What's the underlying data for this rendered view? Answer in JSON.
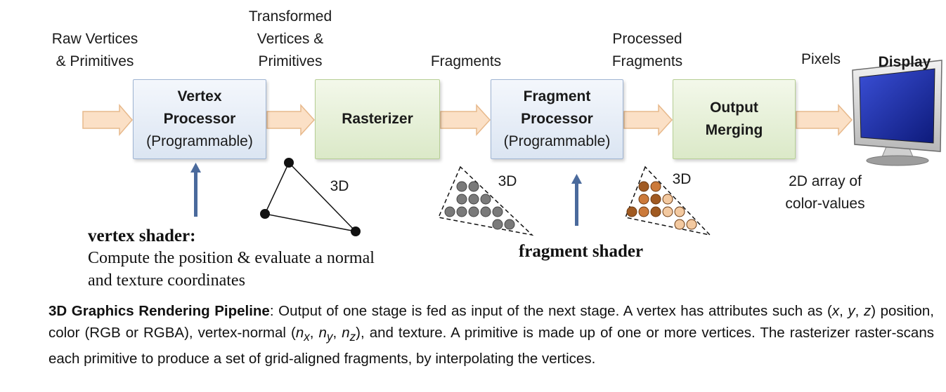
{
  "labels": {
    "raw": [
      "Raw Vertices",
      "& Primitives"
    ],
    "transformed": [
      "Transformed",
      "Vertices &",
      "Primitives"
    ],
    "fragments": "Fragments",
    "processed": [
      "Processed",
      "Fragments"
    ],
    "pixels": "Pixels",
    "display": "Display",
    "array": [
      "2D array of",
      "color-values"
    ]
  },
  "boxes": {
    "vertex": [
      "Vertex",
      "Processor",
      "(Programmable)"
    ],
    "rasterizer": "Rasterizer",
    "fragment": [
      "Fragment",
      "Processor",
      "(Programmable)"
    ],
    "output": [
      "Output",
      "Merging"
    ]
  },
  "tags_3d": [
    "3D",
    "3D",
    "3D"
  ],
  "vertex_shader": {
    "title": "vertex shader:",
    "desc": [
      "Compute the position & evaluate a normal",
      "and texture coordinates"
    ]
  },
  "fragment_shader": {
    "title": "fragment shader"
  },
  "caption": {
    "title": "3D Graphics Rendering Pipeline",
    "t1": ": Output of one stage is fed as input of the next stage. A vertex has attributes such as (",
    "x": "x",
    "c1": ", ",
    "y": "y",
    "c2": ", ",
    "z": "z",
    "t2": ") position, color (RGB or RGBA), vertex-normal (",
    "n": "n",
    "sx": "x",
    "sy": "y",
    "sz": "z",
    "t3": "), and texture. A primitive is made up of one or more vertices. The rasterizer raster-scans each primitive to produce a set of grid-aligned fragments, by interpolating the vertices."
  },
  "colors": {
    "arrow_fill": "#fbe0c6",
    "arrow_stroke": "#e7b98c",
    "box_blue": "#dbe5f2",
    "box_green": "#dbe9c8",
    "shader_arrow": "#4a6a9c",
    "fragment_gray": "#7a7a7a",
    "fragment_brown_dark": "#a05a22",
    "fragment_brown_mid": "#cc7a3a",
    "fragment_brown_light": "#f3c9a0",
    "screen_blue": "#1d2fa8"
  },
  "icons": [
    "vertex-shader-arrow-icon",
    "fragment-shader-arrow-icon",
    "triangle-primitive-icon",
    "gray-fragments-icon",
    "colored-fragments-icon",
    "monitor-icon"
  ]
}
